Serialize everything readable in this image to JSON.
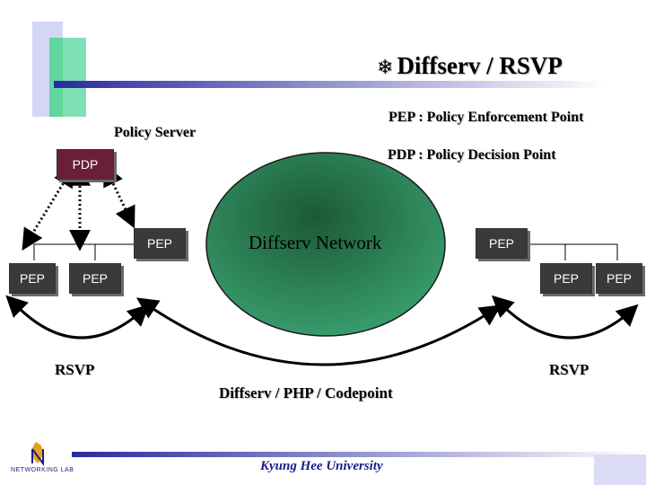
{
  "slide": {
    "title_marker": "❄",
    "title": "Diffserv / RSVP",
    "legend_pep": "PEP : Policy Enforcement Point",
    "legend_pdp": "PDP : Policy Decision Point",
    "policy_server_label": "Policy Server"
  },
  "diagram": {
    "pdp_label": "PDP",
    "pep_label": "PEP",
    "network_label": "Diffserv Network",
    "rsvp_left": "RSVP",
    "rsvp_right": "RSVP",
    "middle_label": "Diffserv / PHP / Codepoint"
  },
  "footer": {
    "university": "Kyung Hee University",
    "logo_text": "NETWORKING LAB"
  },
  "colors": {
    "network_fill": "#2e8b57",
    "pdp_fill": "#6b1f36",
    "pep_fill": "#3a3a3a",
    "accent_bar": "#3b3bb0"
  }
}
